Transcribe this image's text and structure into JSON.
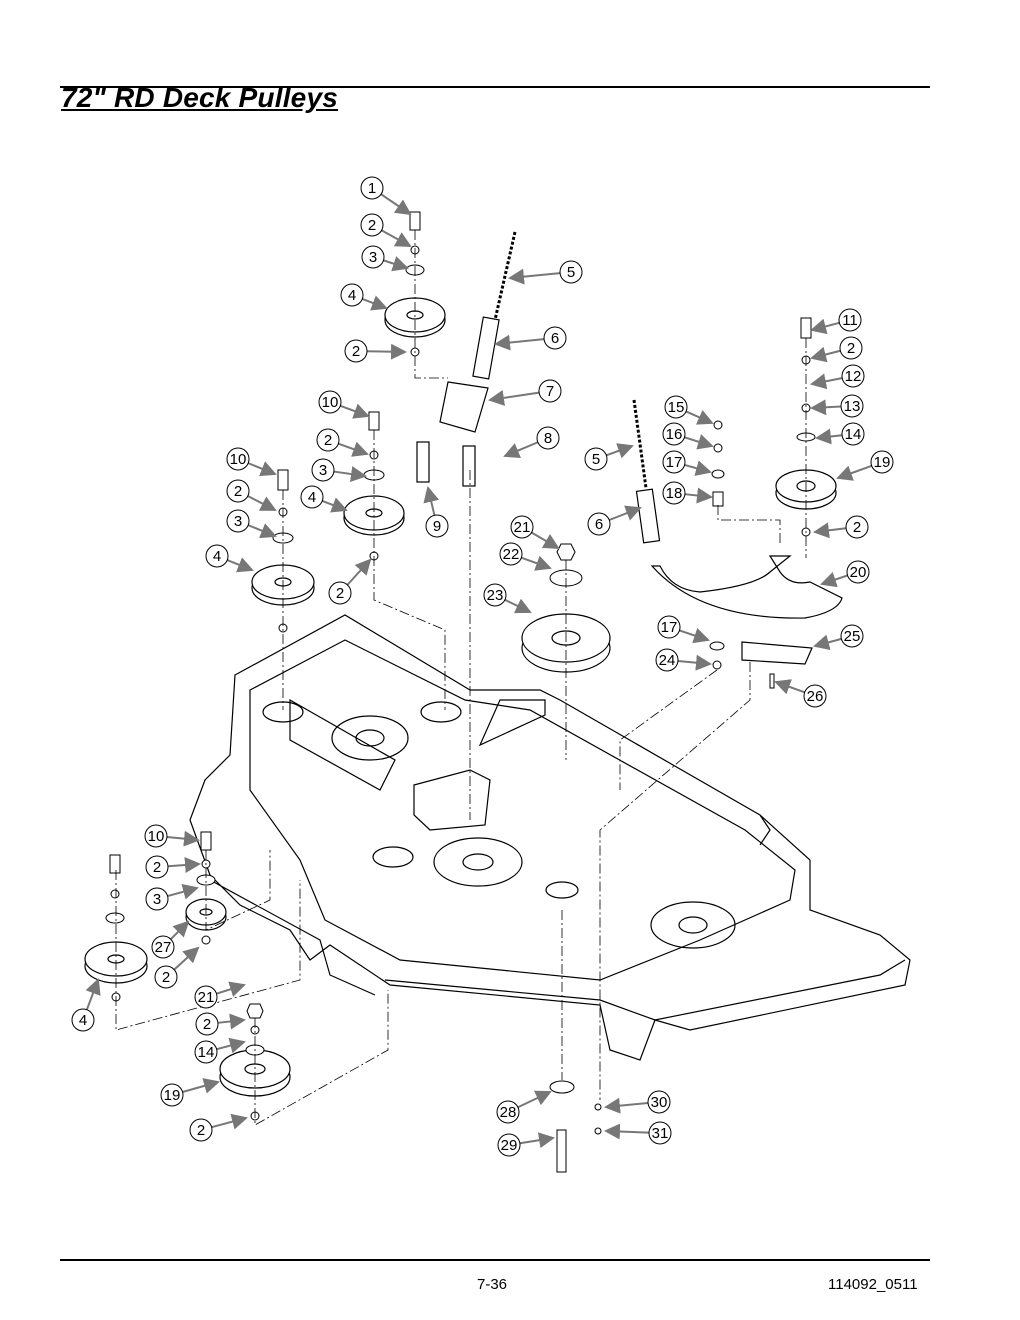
{
  "page": {
    "title": "72\" RD Deck Pulleys",
    "page_number": "7-36",
    "document_id": "114092_0511"
  },
  "diagram": {
    "callouts": [
      "1",
      "2",
      "3",
      "4",
      "2",
      "5",
      "6",
      "7",
      "8",
      "9",
      "10",
      "2",
      "3",
      "4",
      "2",
      "10",
      "2",
      "3",
      "4",
      "11",
      "2",
      "12",
      "13",
      "14",
      "19",
      "2",
      "15",
      "16",
      "17",
      "18",
      "5",
      "6",
      "20",
      "21",
      "22",
      "23",
      "17",
      "24",
      "25",
      "26",
      "10",
      "2",
      "3",
      "27",
      "2",
      "4",
      "21",
      "2",
      "14",
      "19",
      "2",
      "28",
      "29",
      "30",
      "31"
    ]
  },
  "colors": {
    "line": "#000000",
    "callout_arrow": "#777777"
  }
}
